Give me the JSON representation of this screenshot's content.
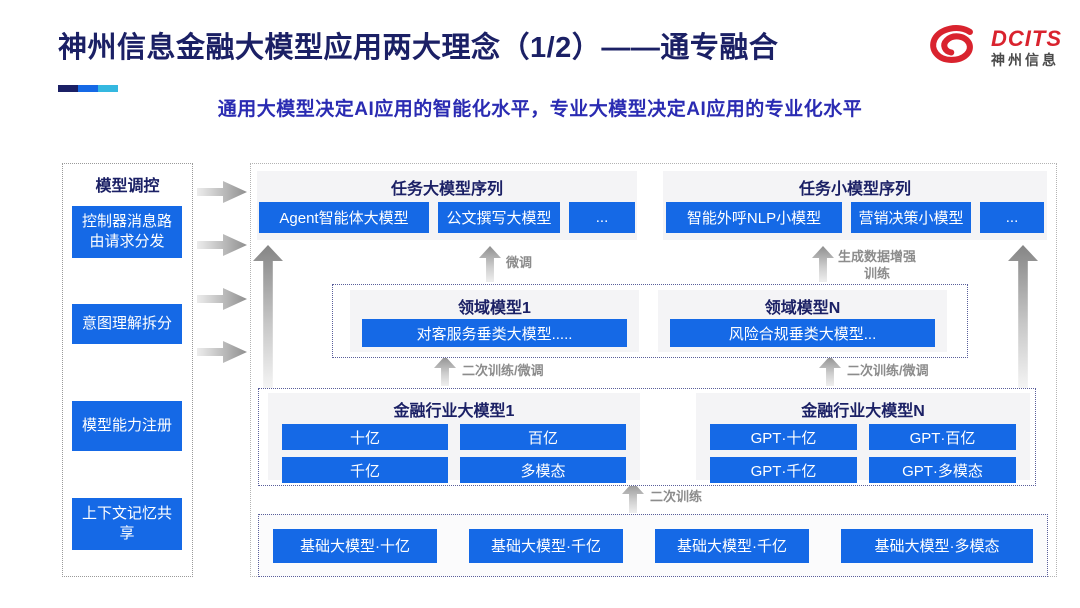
{
  "header": {
    "title": "神州信息金融大模型应用两大理念（1/2）——通专融合",
    "subtitle": "通用大模型决定AI应用的智能化水平，专业大模型决定AI应用的专业化水平",
    "logo": {
      "brand": "DCITS",
      "brand_cn": "神州信息"
    }
  },
  "colors": {
    "title_navy": "#1b2065",
    "subtitle_blue": "#2a2bb2",
    "box_blue": "#1569e6",
    "brand_red": "#d9232e",
    "accent_segments": [
      "#1b2065",
      "#1569e6",
      "#35b8e0"
    ]
  },
  "sidebar": {
    "title": "模型调控",
    "items": [
      {
        "label": "控制器消息路由请求分发"
      },
      {
        "label": "意图理解拆分"
      },
      {
        "label": "模型能力注册"
      },
      {
        "label": "上下文记忆共享"
      }
    ]
  },
  "diagram": {
    "task_large": {
      "title": "任务大模型序列",
      "boxes": [
        "Agent智能体大模型",
        "公文撰写大模型",
        "..."
      ]
    },
    "task_small": {
      "title": "任务小模型序列",
      "boxes": [
        "智能外呼NLP小模型",
        "营销决策小模型",
        "..."
      ]
    },
    "domain_models": {
      "groups": [
        {
          "title": "领域模型1",
          "box": "对客服务垂类大模型....."
        },
        {
          "title": "领域模型N",
          "box": "风险合规垂类大模型..."
        }
      ]
    },
    "industry_models": {
      "groups": [
        {
          "title": "金融行业大模型1",
          "boxes": [
            "十亿",
            "百亿",
            "千亿",
            "多模态"
          ]
        },
        {
          "title": "金融行业大模型N",
          "boxes": [
            "GPT·十亿",
            "GPT·百亿",
            "GPT·千亿",
            "GPT·多模态"
          ]
        }
      ]
    },
    "foundation_models": {
      "boxes": [
        "基础大模型·十亿",
        "基础大模型·千亿",
        "基础大模型·千亿",
        "基础大模型·多模态"
      ]
    },
    "labels": {
      "fine_tune": "微调",
      "gen_data_training": "生成数据增强\n训练",
      "secondary_train_ft_left": "二次训练/微调",
      "secondary_train_ft_right": "二次训练/微调",
      "secondary_train": "二次训练"
    }
  }
}
